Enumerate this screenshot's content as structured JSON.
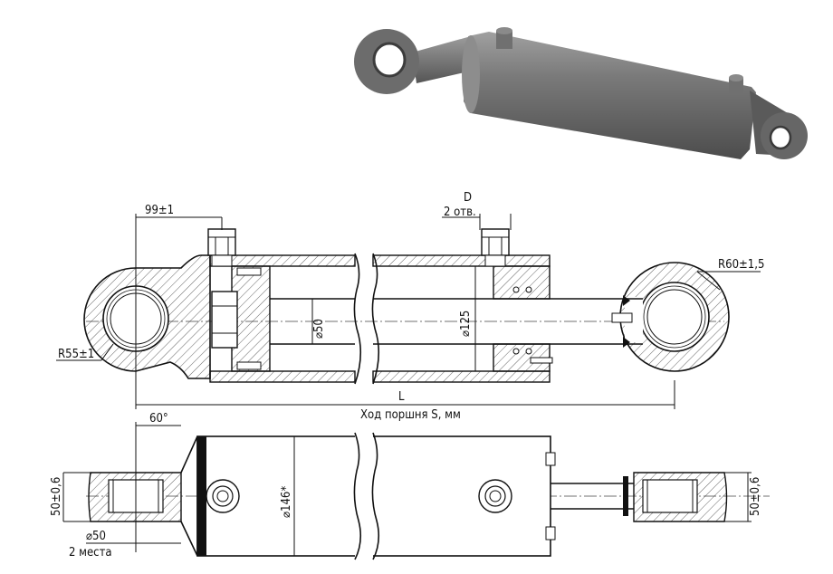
{
  "labels": {
    "dim_99": "99±1",
    "dim_D": "D",
    "dim_2otv": "2 отв.",
    "dim_R60": "R60±1,5",
    "dim_R55": "R55±1",
    "dim_50_rod": "⌀50",
    "dim_125": "⌀125",
    "dim_L": "L",
    "dim_stroke": "Ход поршня S, мм",
    "dim_60deg": "60°",
    "dim_146": "⌀146*",
    "dim_50_left": "50±0,6",
    "dim_50_right": "50±0,6",
    "dim_phi50": "⌀50",
    "dim_2mesta": "2 места"
  },
  "colors": {
    "line": "#111111",
    "body3d": "#6f6f6f",
    "body3d_light": "#9a9a9a",
    "body3d_dark": "#4a4a4a"
  }
}
